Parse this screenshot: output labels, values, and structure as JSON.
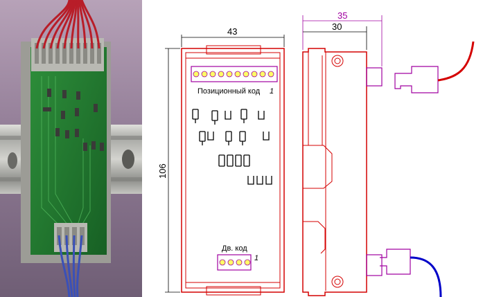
{
  "drawing": {
    "front_view": {
      "width_dim": "43",
      "height_dim": "106",
      "positional_code_label": "Позиционный код",
      "positional_code_mark": "1",
      "binary_code_label": "Дв. код",
      "binary_code_mark": "1"
    },
    "side_view": {
      "overall_depth_dim": "35",
      "body_depth_dim": "30"
    }
  },
  "colors": {
    "outline": "#d40000",
    "dimension": "#a000a0",
    "led": "#ffff66",
    "pcb": "#1f7a2e",
    "wire_top": "#d40000",
    "wire_bottom": "#0000c8"
  }
}
